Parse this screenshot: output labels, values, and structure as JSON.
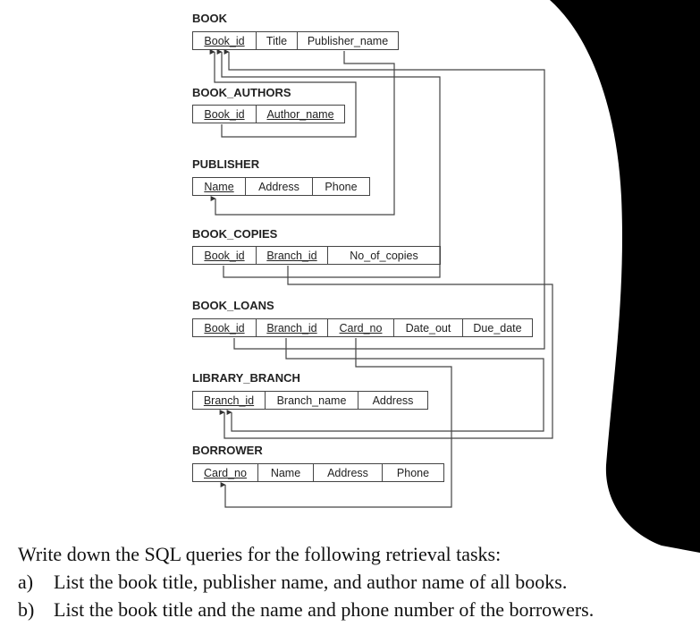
{
  "tables": [
    {
      "id": "book",
      "name": "BOOK",
      "columns": [
        {
          "label": "Book_id",
          "pk": true
        },
        {
          "label": "Title",
          "pk": false
        },
        {
          "label": "Publisher_name",
          "pk": false
        }
      ]
    },
    {
      "id": "book_authors",
      "name": "BOOK_AUTHORS",
      "columns": [
        {
          "label": "Book_id",
          "pk": true
        },
        {
          "label": "Author_name",
          "pk": true
        }
      ]
    },
    {
      "id": "publisher",
      "name": "PUBLISHER",
      "columns": [
        {
          "label": "Name",
          "pk": true
        },
        {
          "label": "Address",
          "pk": false
        },
        {
          "label": "Phone",
          "pk": false
        }
      ]
    },
    {
      "id": "book_copies",
      "name": "BOOK_COPIES",
      "columns": [
        {
          "label": "Book_id",
          "pk": true
        },
        {
          "label": "Branch_id",
          "pk": true
        },
        {
          "label": "No_of_copies",
          "pk": false
        }
      ]
    },
    {
      "id": "book_loans",
      "name": "BOOK_LOANS",
      "columns": [
        {
          "label": "Book_id",
          "pk": true
        },
        {
          "label": "Branch_id",
          "pk": true
        },
        {
          "label": "Card_no",
          "pk": true
        },
        {
          "label": "Date_out",
          "pk": false
        },
        {
          "label": "Due_date",
          "pk": false
        }
      ]
    },
    {
      "id": "library_branch",
      "name": "LIBRARY_BRANCH",
      "columns": [
        {
          "label": "Branch_id",
          "pk": true
        },
        {
          "label": "Branch_name",
          "pk": false
        },
        {
          "label": "Address",
          "pk": false
        }
      ]
    },
    {
      "id": "borrower",
      "name": "BORROWER",
      "columns": [
        {
          "label": "Card_no",
          "pk": true
        },
        {
          "label": "Name",
          "pk": false
        },
        {
          "label": "Address",
          "pk": false
        },
        {
          "label": "Phone",
          "pk": false
        }
      ]
    }
  ],
  "question": {
    "intro": "Write down the SQL queries for the following retrieval tasks:",
    "a_label": "a)",
    "a_text": "List the book title, publisher name, and author name of all books.",
    "b_label": "b)",
    "b_text": "List the book title and the name and phone number of the borrowers."
  },
  "colors": {
    "background": "#000000",
    "panel": "#ffffff",
    "line": "#444444"
  }
}
